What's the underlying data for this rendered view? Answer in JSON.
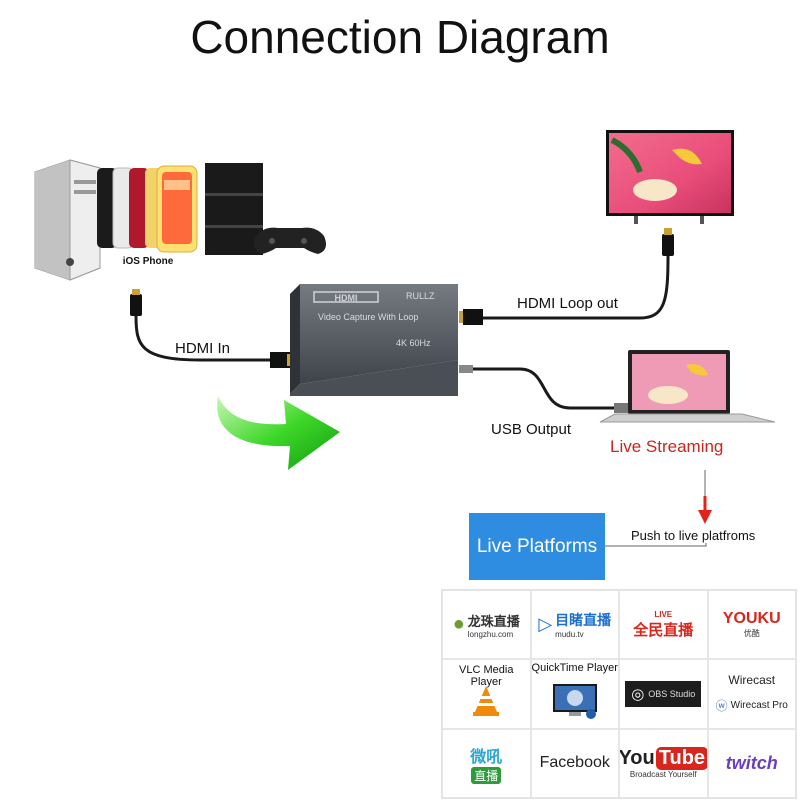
{
  "title": "Connection Diagram",
  "sources": {
    "phone_caption": "iOS Phone"
  },
  "device": {
    "brand": "RULLZ",
    "hdmi_logo": "HDMI",
    "model": "Video Capture With Loop",
    "spec": "4K 60Hz"
  },
  "labels": {
    "hdmi_in": "HDMI In",
    "hdmi_loop_out": "HDMI Loop out",
    "usb_output": "USB Output",
    "live_streaming": "Live Streaming",
    "push": "Push to live platfroms",
    "live_platforms": "Live Platforms"
  },
  "platforms": {
    "longzhu": {
      "name": "龙珠直播",
      "sub": "longzhu.com"
    },
    "mudu": {
      "name": "目睹直播",
      "sub": "mudu.tv"
    },
    "quanmin": {
      "name": "全民直播",
      "badge": "LIVE"
    },
    "youku": {
      "name": "YOUKU",
      "sub": "优酷"
    },
    "vlc": {
      "title": "VLC Media Player"
    },
    "quicktime": {
      "title": "QuickTime Player"
    },
    "obs": {
      "name": "OBS Studio"
    },
    "wirecast": {
      "title": "Wirecast",
      "sub": "Wirecast Pro"
    },
    "weibo": {
      "name": "微吼",
      "sub": "直播"
    },
    "facebook": {
      "name": "Facebook"
    },
    "youtube": {
      "you": "You",
      "tube": "Tube",
      "tagline": "Broadcast Yourself"
    },
    "twitch": {
      "name": "twitch"
    }
  },
  "colors": {
    "arrow_green": "#22c214",
    "live_red": "#c8261e",
    "platforms_blue": "#2e8de0",
    "device_gray": "#5a5f66",
    "cable": "#1a1a1a"
  }
}
